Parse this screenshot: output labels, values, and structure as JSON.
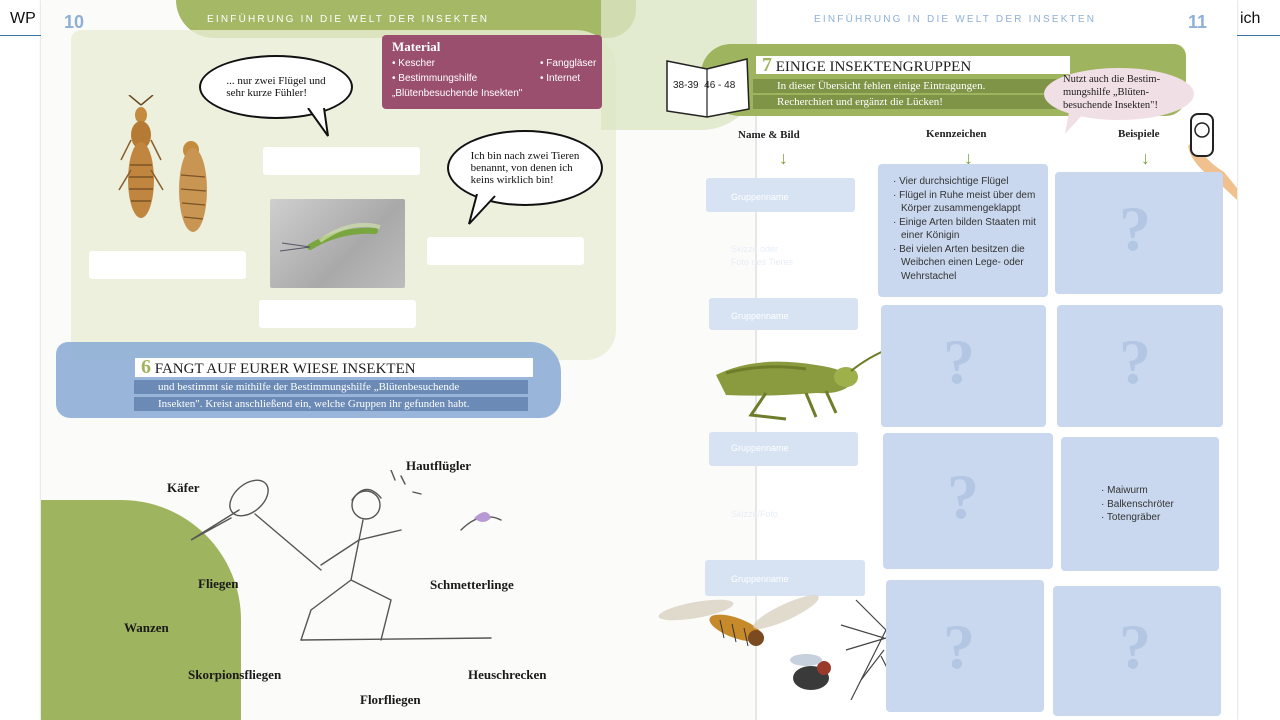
{
  "slide": {
    "left_text": "WP",
    "right_text": "ich"
  },
  "left_page": {
    "page_number": "10",
    "running_header": "Einführung in die Welt der Insekten",
    "material": {
      "title": "Material",
      "items_col1": [
        "• Kescher",
        "• Bestimmungshilfe",
        "„Blütenbesuchende Insekten\""
      ],
      "items_col2": [
        "• Fanggläser",
        "• Internet"
      ]
    },
    "bubble1": [
      "... nur zwei Flügel und",
      "sehr kurze Fühler!"
    ],
    "bubble2": [
      "Ich bin nach zwei Tieren",
      "benannt, von denen ich",
      "keins wirklich bin!"
    ],
    "section6": {
      "number": "6",
      "title": "FANGT AUF EURER WIESE INSEKTEN",
      "line1": "und bestimmt sie mithilfe der Bestimmungshilfe „Blütenbesuchende",
      "line2": "Insekten\". Kreist anschließend ein, welche Gruppen ihr gefunden habt."
    },
    "groups": {
      "kaefer": "Käfer",
      "hautfluegler": "Hautflügler",
      "fliegen": "Fliegen",
      "schmetterlinge": "Schmetterlinge",
      "wanzen": "Wanzen",
      "skorpionsfliegen": "Skorpionsfliegen",
      "heuschrecken": "Heuschrecken",
      "florfliegen": "Florfliegen"
    }
  },
  "right_page": {
    "page_number": "11",
    "running_header": "Einführung in die Welt der Insekten",
    "book_pages": "38-39  46 - 48",
    "section7": {
      "number": "7",
      "title": "EINIGE INSEKTENGRUPPEN",
      "line1": "In dieser Übersicht fehlen einige Eintragungen.",
      "line2": "Recherchiert und ergänzt die Lücken!"
    },
    "speech": [
      "Nutzt auch die Bestim-",
      "mungshilfe „Blüten-",
      "besuchende Insekten\"!"
    ],
    "columns": {
      "name": "Name & Bild",
      "features": "Kennzeichen",
      "examples": "Beispiele"
    },
    "placeholders": {
      "gruppenname": "Gruppenname",
      "skizze_foto_tier": [
        "Skizze oder",
        "Foto des Tieres"
      ],
      "skizze_foto": "Skizze/Foto"
    },
    "features_row1": [
      "· Vier durchsichtige Flügel",
      "· Flügel in Ruhe meist über dem",
      "  Körper zusammengeklappt",
      "· Einige Arten bilden Staaten mit",
      "  einer Königin",
      "· Bei vielen Arten besitzen die",
      "  Weibchen einen Lege- oder",
      "  Wehrstachel"
    ],
    "examples_row3": [
      "· Maiwurm",
      "· Balkenschröter",
      "· Totengräber"
    ],
    "question_mark": "?"
  },
  "colors": {
    "green": "#9fb45e",
    "blue": "#7e9fcd",
    "mauve": "#9b4f6f",
    "box_blue": "#c9d8ee"
  }
}
